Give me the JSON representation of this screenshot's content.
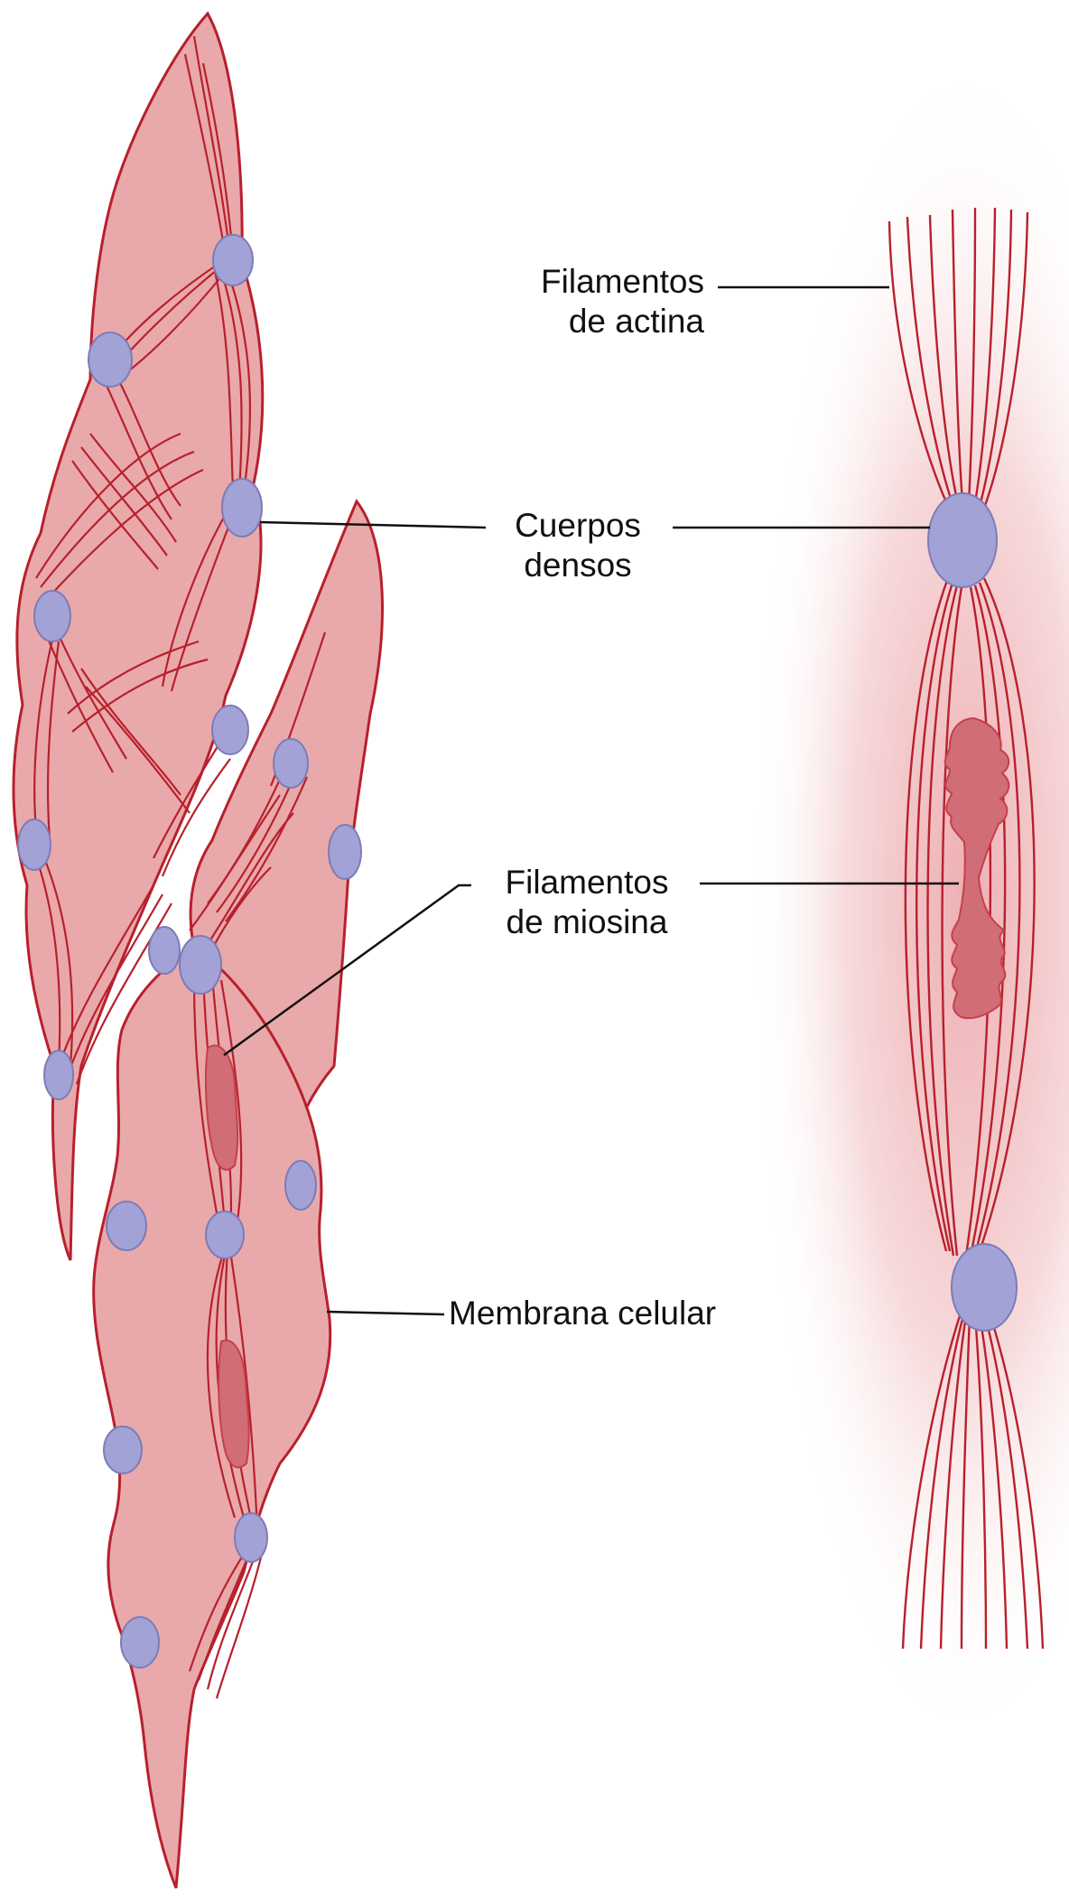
{
  "labels": {
    "actin": {
      "line1": "Filamentos",
      "line2": "de actina"
    },
    "dense_bodies": {
      "line1": "Cuerpos",
      "line2": "densos"
    },
    "myosin": {
      "line1": "Filamentos",
      "line2": "de miosina"
    },
    "membrane": {
      "line1": "Membrana celular"
    }
  },
  "colors": {
    "cell_fill": "#e9a9ab",
    "cell_stroke": "#b8202c",
    "filament": "#b8202c",
    "dense_body_fill": "#a3a2d6",
    "dense_body_stroke": "#7d7cb6",
    "myosin_fill": "#d16d76",
    "glow": "#e8959a",
    "leader": "#111111"
  }
}
